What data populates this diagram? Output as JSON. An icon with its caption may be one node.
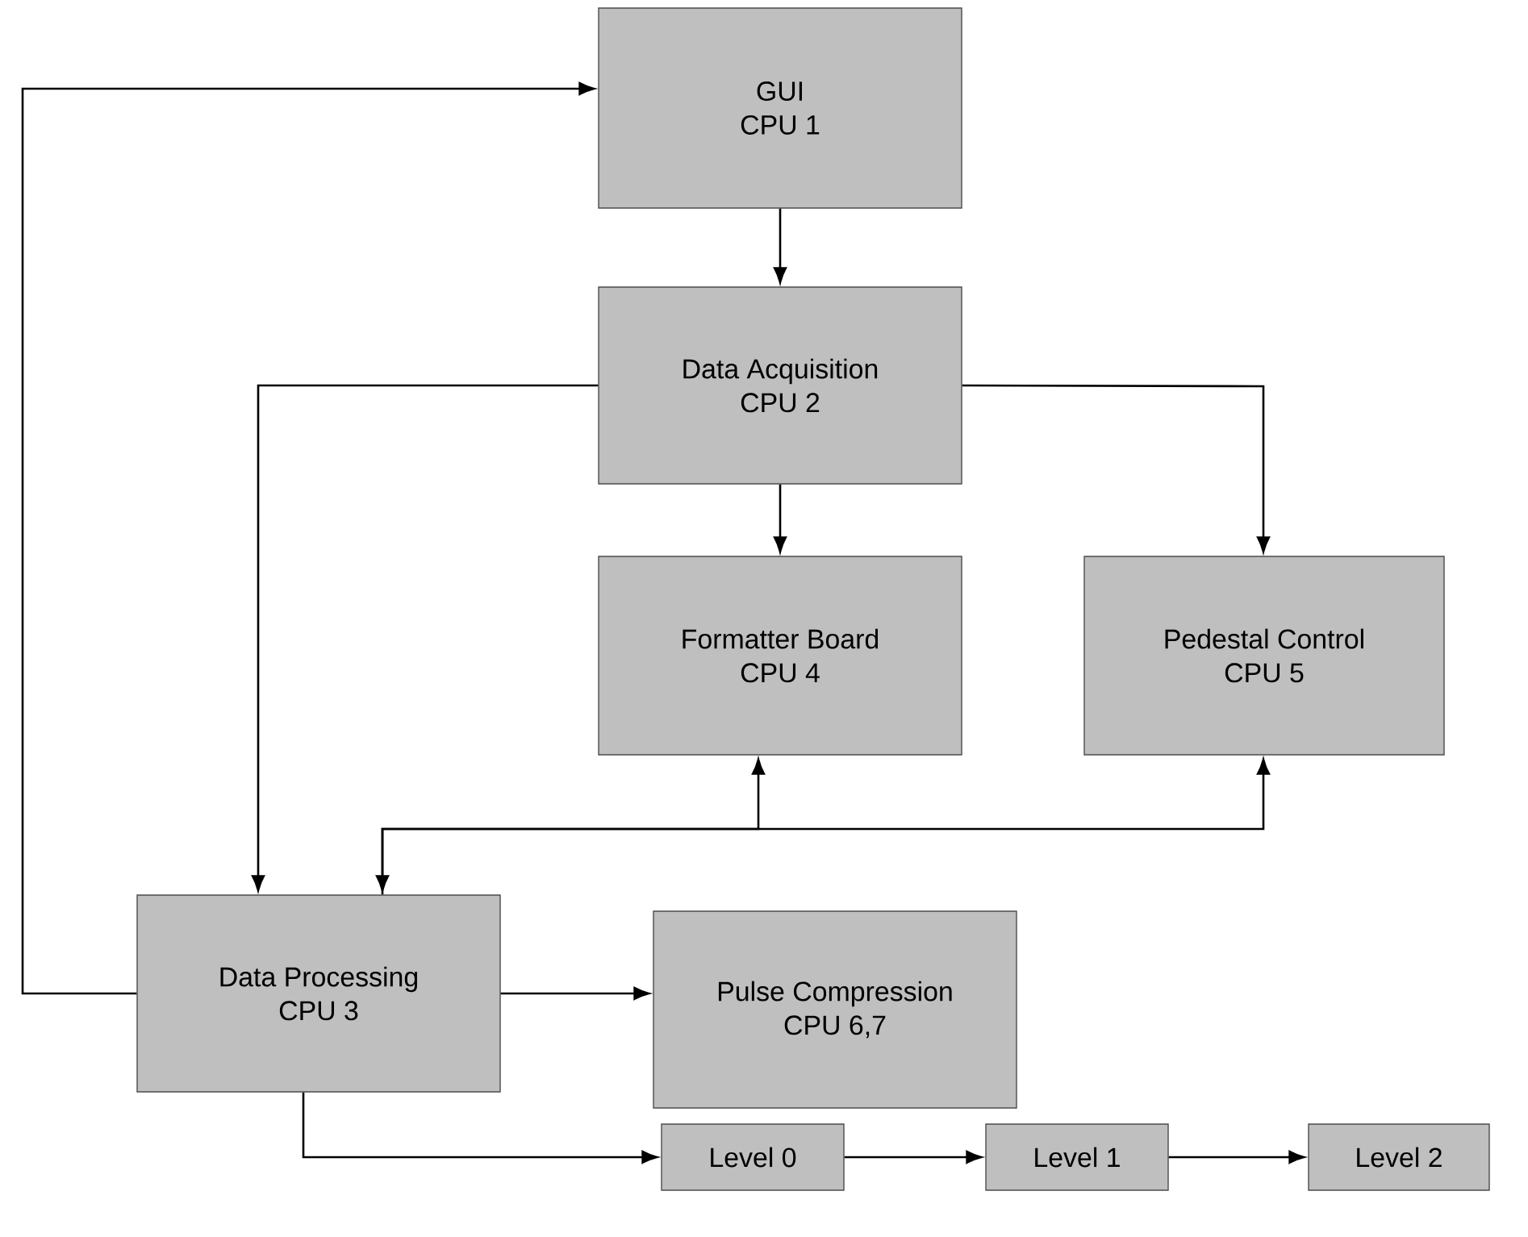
{
  "diagram": {
    "nodes": [
      {
        "text": [
          "GUI",
          "CPU 1"
        ]
      },
      {
        "text": [
          "Data Acquisition",
          "CPU 2"
        ]
      },
      {
        "text": [
          "Formatter Board",
          "CPU 4"
        ]
      },
      {
        "text": [
          "Pedestal Control",
          "CPU 5"
        ]
      },
      {
        "text": [
          "Data Processing",
          "CPU 3"
        ]
      },
      {
        "text": [
          "Pulse Compression",
          "CPU 6,7"
        ]
      },
      {
        "text": [
          "Level 0"
        ]
      },
      {
        "text": [
          "Level 1"
        ]
      },
      {
        "text": [
          "Level 2"
        ]
      }
    ],
    "edges": [
      {
        "from": 4,
        "to": 0,
        "arrow": "to"
      },
      {
        "from": 0,
        "to": 1,
        "arrow": "to"
      },
      {
        "from": 1,
        "to": 2,
        "arrow": "to"
      },
      {
        "from": 1,
        "to": 3,
        "arrow": "to"
      },
      {
        "from": 1,
        "to": 4,
        "arrow": "to"
      },
      {
        "from": 2,
        "to": 4,
        "arrow": "both"
      },
      {
        "from": 4,
        "to": 3,
        "arrow": "to"
      },
      {
        "from": 4,
        "to": 5,
        "arrow": "to"
      },
      {
        "from": 4,
        "to": 6,
        "arrow": "to"
      },
      {
        "from": 6,
        "to": 7,
        "arrow": "to"
      },
      {
        "from": 7,
        "to": 8,
        "arrow": "to"
      }
    ]
  }
}
